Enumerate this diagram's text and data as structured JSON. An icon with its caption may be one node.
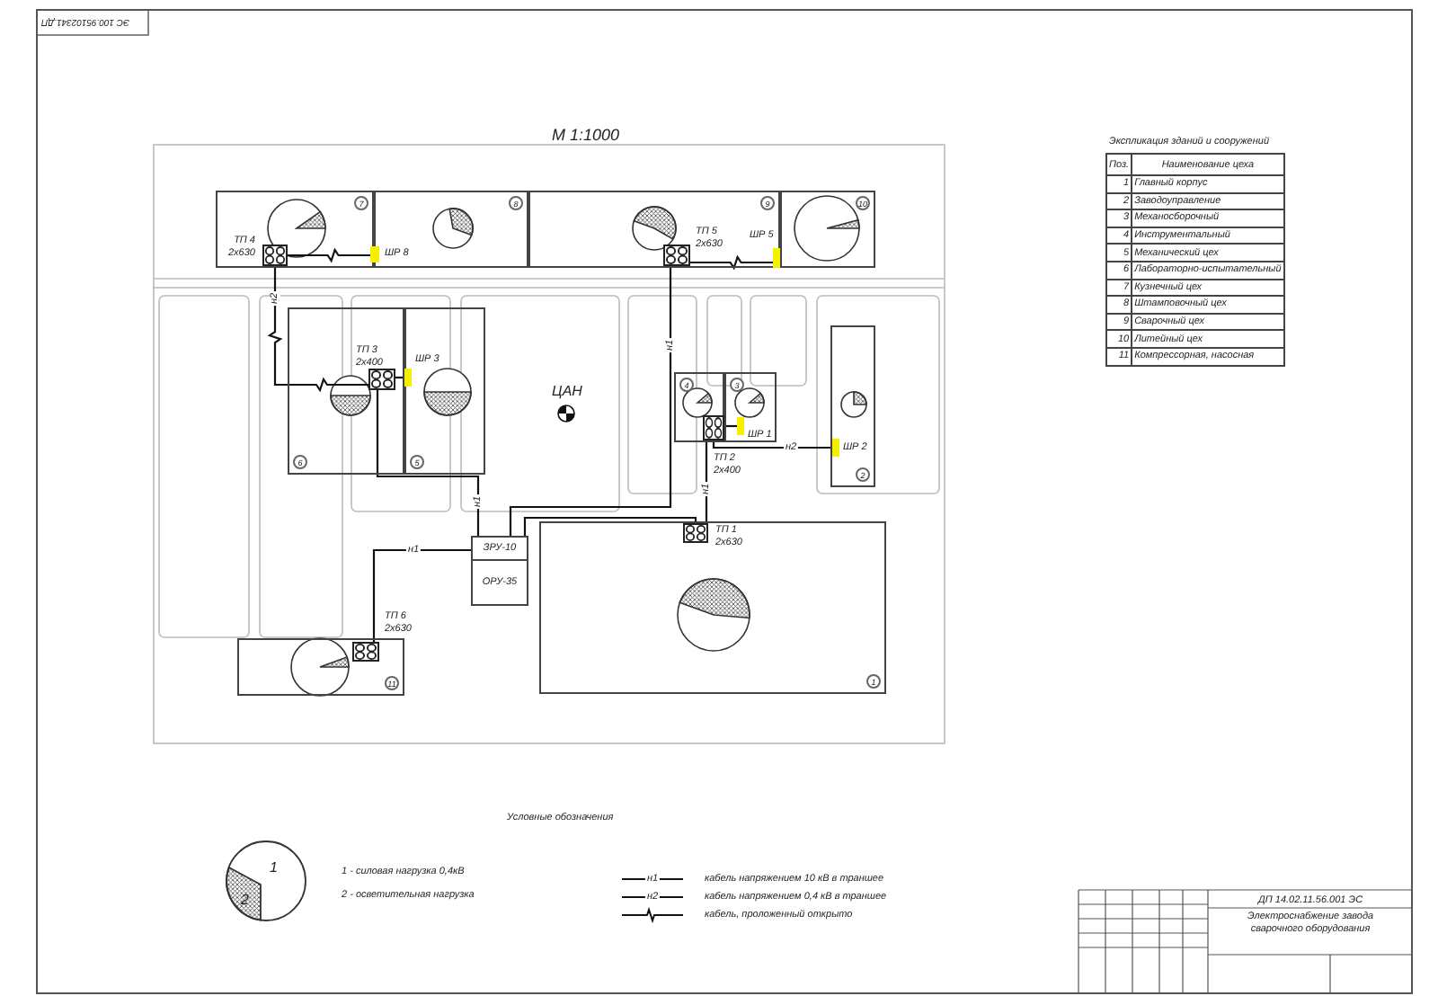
{
  "diagram": {
    "nodes": [
      {
        "text": [
          "7"
        ]
      },
      {
        "text": [
          "8"
        ]
      },
      {
        "text": [
          "9"
        ]
      },
      {
        "text": [
          "10"
        ]
      },
      {
        "text": [
          "6"
        ]
      },
      {
        "text": [
          "5"
        ]
      },
      {
        "text": [
          "4"
        ]
      },
      {
        "text": [
          "3"
        ]
      },
      {
        "text": [
          "2"
        ]
      },
      {
        "text": [
          "1"
        ]
      },
      {
        "text": [
          "11"
        ]
      },
      {
        "text": [
          "ЗРУ-10",
          "ОРУ-35"
        ]
      },
      {
        "text": [],
        "shape": "box",
        "beside": [
          "ТП 4",
          "2х630"
        ],
        "in": 0
      },
      {
        "text": [],
        "shape": "box",
        "beside": [
          "ТП 5",
          "2х630"
        ],
        "in": 2
      },
      {
        "text": [],
        "shape": "box",
        "beside": [
          "ТП 3",
          "2х400"
        ],
        "in": 4
      },
      {
        "text": [],
        "shape": "box",
        "beside": [
          "ТП 2",
          "2х400"
        ],
        "in": 6
      },
      {
        "text": [],
        "shape": "box",
        "beside": [
          "ТП 1",
          "2х630"
        ],
        "in": 9
      },
      {
        "text": [],
        "shape": "box",
        "beside": [
          "ТП 6",
          "2х630"
        ],
        "in": 10
      },
      {
        "text": [],
        "shape": "bar",
        "beside": [
          "ШР 8"
        ]
      },
      {
        "text": [],
        "shape": "bar",
        "beside": [
          "ШР 5"
        ],
        "in": 2
      },
      {
        "text": [],
        "shape": "bar",
        "beside": [
          "ШР 3"
        ],
        "in": 5
      },
      {
        "text": [],
        "shape": "bar",
        "beside": [
          "ШР 1"
        ],
        "in": 7
      },
      {
        "text": [],
        "shape": "bar",
        "beside": [
          "ШР 2"
        ],
        "in": 8
      }
    ],
    "edges": [
      {
        "from": 12,
        "to": 18,
        "arrow": "none"
      },
      {
        "from": 12,
        "to": 14,
        "arrow": "none",
        "label": "н2"
      },
      {
        "from": 13,
        "to": 19,
        "arrow": "none"
      },
      {
        "from": 13,
        "to": 11,
        "arrow": "none",
        "label": "н1"
      },
      {
        "from": 14,
        "to": 20,
        "arrow": "none"
      },
      {
        "from": 14,
        "to": 11,
        "arrow": "none",
        "label": "н1"
      },
      {
        "from": 15,
        "to": 21,
        "arrow": "none"
      },
      {
        "from": 15,
        "to": 22,
        "arrow": "none",
        "label": "н2"
      },
      {
        "from": 15,
        "to": 16,
        "arrow": "none",
        "label": "н1"
      },
      {
        "from": 11,
        "to": 16,
        "arrow": "none"
      },
      {
        "from": 11,
        "to": 17,
        "arrow": "none",
        "label": "н1"
      }
    ],
    "labels": [
      "ЭС 100.95102341.ДП",
      "М 1:1000",
      "ЦАН",
      "Экспликация зданий и сооружений",
      "Поз.",
      "Наименование цеха",
      "1",
      "Главный корпус",
      "2",
      "Заводоуправление",
      "3",
      "Механосборочный",
      "4",
      "Инструментальный",
      "5",
      "Механический цех",
      "6",
      "Лабораторно-испытательный",
      "7",
      "Кузнечный цех",
      "8",
      "Штамповочный цех",
      "9",
      "Сварочный цех",
      "10",
      "Литейный цех",
      "11",
      "Компрессорная, насосная",
      "Условные обозначения",
      "1",
      "2",
      "1 - силовая нагрузка 0,4кВ",
      "2 - осветительная нагрузка",
      "н1",
      "н2",
      "ДП 14.02.11.56.001 ЭС",
      "Электроснабжение завода сварочного оборудования"
    ],
    "legend": [
      {
        "text": "кабель напряжением 10 кВ в траншее"
      },
      {
        "text": "кабель напряжением 0,4 кВ в траншее"
      },
      {
        "text": "кабель, проложенный открыто"
      }
    ]
  }
}
